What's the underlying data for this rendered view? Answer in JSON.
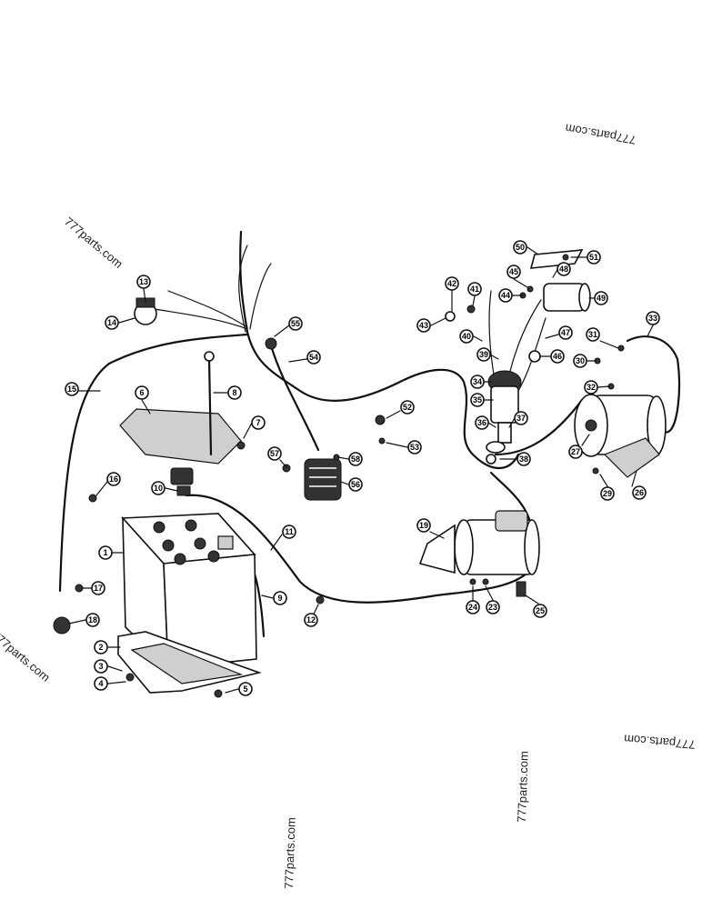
{
  "watermark": "777parts.com",
  "callouts": [
    "1",
    "2",
    "3",
    "4",
    "5",
    "6",
    "7",
    "8",
    "9",
    "10",
    "11",
    "12",
    "13",
    "14",
    "15",
    "16",
    "17",
    "18",
    "19",
    "23",
    "24",
    "25",
    "26",
    "27",
    "29",
    "30",
    "31",
    "32",
    "33",
    "34",
    "35",
    "36",
    "37",
    "38",
    "39",
    "40",
    "41",
    "42",
    "43",
    "44",
    "45",
    "46",
    "47",
    "48",
    "49",
    "50",
    "51",
    "52",
    "53",
    "54",
    "55",
    "56",
    "57",
    "58"
  ]
}
